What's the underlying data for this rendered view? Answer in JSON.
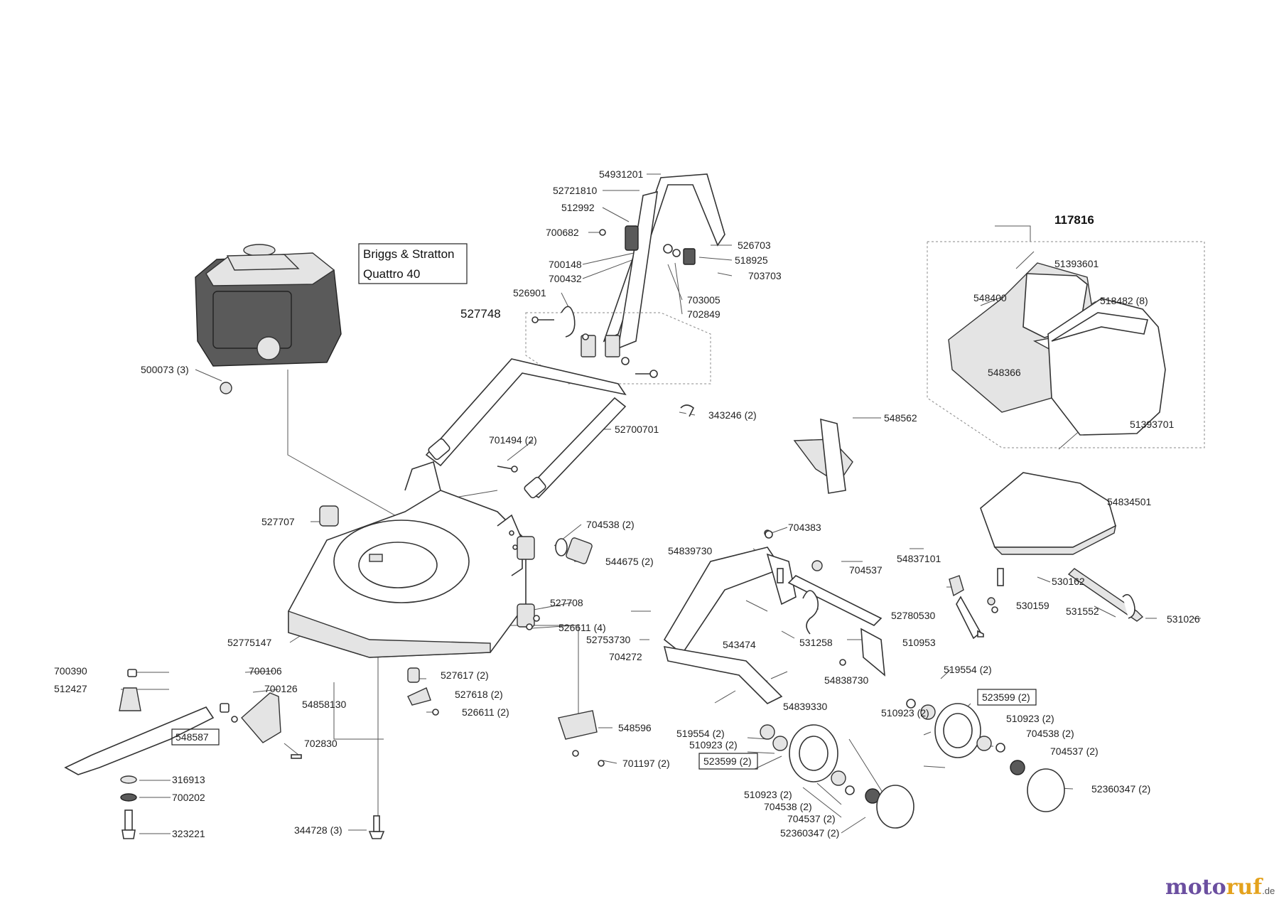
{
  "engine": {
    "line1": "Briggs & Stratton",
    "line2": "Quattro 40"
  },
  "groups": {
    "grass_box": "117816",
    "handle_assembly": "527748"
  },
  "boxed_parts": {
    "blade": "548587",
    "wheel_front": "523599 (2)",
    "wheel_rear": "523599 (2)"
  },
  "parts": {
    "p54931201": "54931201",
    "p52721810": "52721810",
    "p512992": "512992",
    "p700682": "700682",
    "p700148": "700148",
    "p700432": "700432",
    "p526901": "526901",
    "p526703": "526703",
    "p518925": "518925",
    "p703703": "703703",
    "p703005": "703005",
    "p702849": "702849",
    "p500073": "500073 (3)",
    "p343246": "343246 (2)",
    "p52700701": "52700701",
    "p701494": "701494 (2)",
    "p51393601": "51393601",
    "p548400": "548400",
    "p518482": "518482 (8)",
    "p548366": "548366",
    "p51393701": "51393701",
    "p548562": "548562",
    "p54834501": "54834501",
    "p527707": "527707",
    "p704538_deck": "704538 (2)",
    "p544675": "544675 (2)",
    "p527708": "527708",
    "p526611_4": "526611 (4)",
    "p52775147": "52775147",
    "p704383": "704383",
    "p54839730": "54839730",
    "p704537_axle": "704537",
    "p54837101": "54837101",
    "p530162": "530162",
    "p52780530": "52780530",
    "p530159": "530159",
    "p531552": "531552",
    "p531026": "531026",
    "p52753730": "52753730",
    "p543474": "543474",
    "p531258": "531258",
    "p510953": "510953",
    "p704272": "704272",
    "p54838730": "54838730",
    "p54839330": "54839330",
    "p700390": "700390",
    "p512427": "512427",
    "p700106": "700106",
    "p700126": "700126",
    "p54858130": "54858130",
    "p527617": "527617 (2)",
    "p527618": "527618 (2)",
    "p526611_2": "526611 (2)",
    "p702830": "702830",
    "p548596": "548596",
    "p701197": "701197 (2)",
    "p316913": "316913",
    "p700202": "700202",
    "p323221": "323221",
    "p344728": "344728 (3)",
    "p519554_r": "519554 (2)",
    "p510923_r1": "510923 (2)",
    "p510923_r2": "510923 (2)",
    "p704538_r": "704538 (2)",
    "p704537_r": "704537 (2)",
    "p52360347_r": "52360347 (2)",
    "p519554_f": "519554 (2)",
    "p510923_f1": "510923 (2)",
    "p510923_f2": "510923 (2)",
    "p704538_f": "704538 (2)",
    "p704537_f": "704537 (2)",
    "p52360347_f": "52360347 (2)"
  },
  "watermark": {
    "part1": "moto",
    "part2": "ruf",
    "suffix": ".de"
  }
}
